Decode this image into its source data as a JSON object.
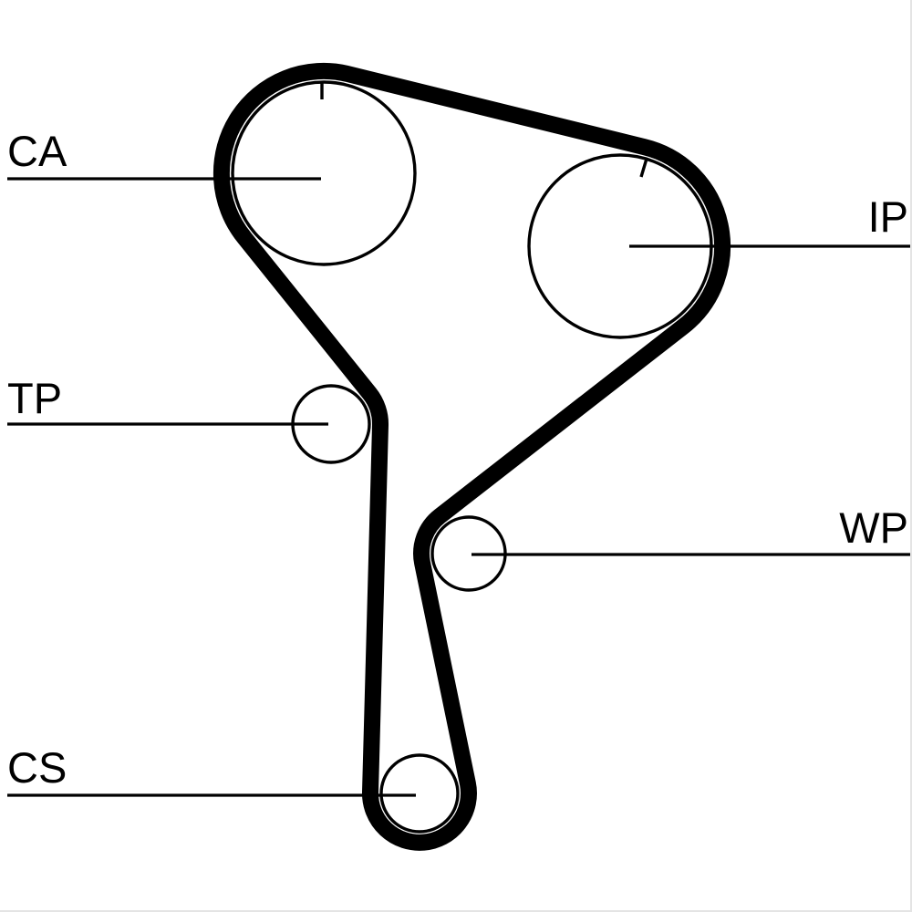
{
  "diagram": {
    "labels": {
      "ca": "CA",
      "ip": "IP",
      "tp": "TP",
      "wp": "WP",
      "cs": "CS"
    },
    "colors": {
      "ink": "#000000",
      "background": "#ffffff"
    }
  }
}
